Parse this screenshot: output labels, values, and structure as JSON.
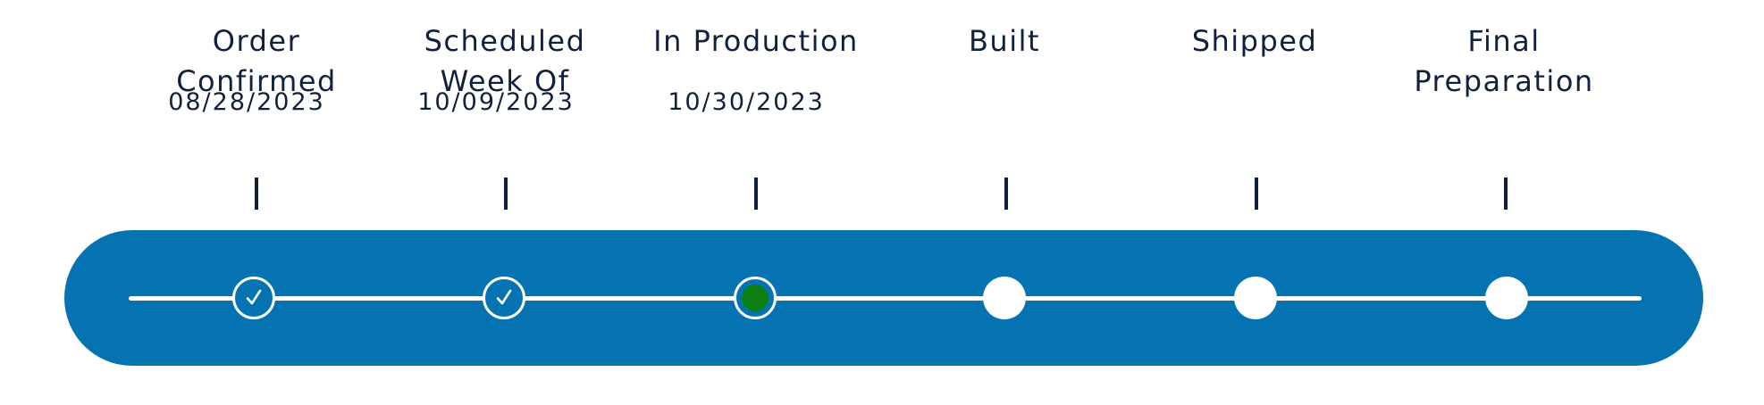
{
  "stages": [
    {
      "title": "Order\nConfirmed",
      "date": "08/28/2023",
      "status": "complete",
      "icon": "check-icon"
    },
    {
      "title": "Scheduled\nWeek Of",
      "date": "10/09/2023",
      "status": "complete",
      "icon": "check-icon"
    },
    {
      "title": "In Production",
      "date": "10/30/2023",
      "status": "current",
      "icon": "current-dot-icon"
    },
    {
      "title": "Built",
      "date": "",
      "status": "pending",
      "icon": "pending-dot-icon"
    },
    {
      "title": "Shipped",
      "date": "",
      "status": "pending",
      "icon": "pending-dot-icon"
    },
    {
      "title": "Final\nPreparation",
      "date": "",
      "status": "pending",
      "icon": "pending-dot-icon"
    }
  ],
  "colors": {
    "track": "#0573b1",
    "text": "#10213d",
    "current": "#0b7f10",
    "node": "#ffffff"
  }
}
